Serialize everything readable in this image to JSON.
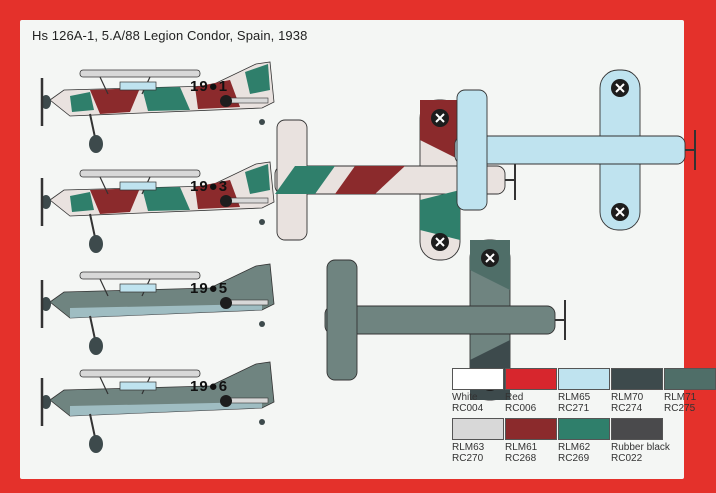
{
  "title": "Hs 126A-1, 5.A/88 Legion Condor, Spain, 1938",
  "profiles": [
    {
      "code": "19",
      "number": "1",
      "scheme": "splinter-red-green"
    },
    {
      "code": "19",
      "number": "3",
      "scheme": "splinter-red-green"
    },
    {
      "code": "19",
      "number": "5",
      "scheme": "grey-green"
    },
    {
      "code": "19",
      "number": "6",
      "scheme": "grey-green"
    }
  ],
  "colors": {
    "white": "#ffffff",
    "red": "#d7262d",
    "rlm65": "#bfe3ef",
    "rlm70": "#3d4a4c",
    "rlm71": "#4f6e68",
    "rlm63": "#d8d8d8",
    "rlm61": "#8b2a2c",
    "rlm62": "#2f7f6b",
    "rubber": "#4a4a4c"
  },
  "palette": [
    {
      "name": "White",
      "code": "RC004",
      "color": "#ffffff"
    },
    {
      "name": "Red",
      "code": "RC006",
      "color": "#d7262d"
    },
    {
      "name": "RLM65",
      "code": "RC271",
      "color": "#bfe3ef"
    },
    {
      "name": "RLM70",
      "code": "RC274",
      "color": "#3d4a4c"
    },
    {
      "name": "RLM71",
      "code": "RC275",
      "color": "#4f6e68"
    },
    {
      "name": "RLM63",
      "code": "RC270",
      "color": "#d8d8d8"
    },
    {
      "name": "RLM61",
      "code": "RC268",
      "color": "#8b2a2c"
    },
    {
      "name": "RLM62",
      "code": "RC269",
      "color": "#2f7f6b"
    },
    {
      "name": "Rubber black",
      "code": "RC022",
      "color": "#4a4a4c"
    }
  ]
}
